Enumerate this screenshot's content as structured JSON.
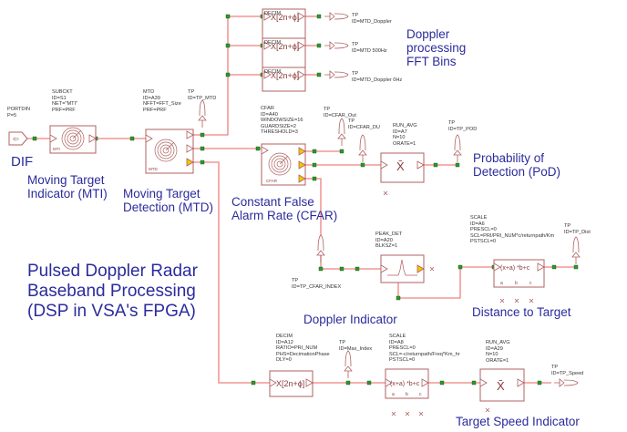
{
  "components": {
    "portdin": {
      "params": [
        "PORTDIN",
        "P=5"
      ]
    },
    "mti": {
      "params": [
        "SUBCKT",
        "ID=S1",
        "NET=\"MTI\"",
        "PRF=PRF"
      ],
      "block_label": "MTI"
    },
    "mtd": {
      "params": [
        "MTD",
        "ID=A39",
        "NFFT=FFT_Size",
        "PRF=PRF"
      ],
      "block_label": "MTD"
    },
    "tp_mtd": {
      "params": [
        "TP",
        "ID=TP_MTD"
      ]
    },
    "decim1": {
      "params": [
        "DECIM"
      ]
    },
    "decim2": {
      "params": [
        "DECIM"
      ]
    },
    "decim3": {
      "params": [
        "DECIM"
      ]
    },
    "tp_doppler": {
      "params": [
        "TP",
        "ID=MTD_Doppler"
      ]
    },
    "tp_500": {
      "params": [
        "TP",
        "ID=MTD 500Hz"
      ]
    },
    "tp_0hz": {
      "params": [
        "TP",
        "ID=MTD_Doppler 0Hz"
      ]
    },
    "cfar": {
      "params": [
        "CFAR",
        "ID=A40",
        "WINDOWSIZE=16",
        "GUARDSIZE=2",
        "THRESHOLD=3"
      ],
      "block_label": "CFAR"
    },
    "tp_cfar_out": {
      "params": [
        "TP",
        "ID=CFAR_Out"
      ]
    },
    "tp_cfar_du": {
      "params": [
        "TP",
        "ID=CFAR_DU"
      ]
    },
    "run_avg1": {
      "params": [
        "RUN_AVG",
        "ID=A7",
        "N=10",
        "ORATE=1"
      ]
    },
    "tp_pod": {
      "params": [
        "TP",
        "ID=TP_POD"
      ]
    },
    "tp_cfar_index": {
      "params": [
        "TP",
        "ID=TP_CFAR_INDEX"
      ]
    },
    "peak_det": {
      "params": [
        "PEAK_DET",
        "ID=A20",
        "BLKSZ=1"
      ]
    },
    "scale1": {
      "params": [
        "SCALE",
        "ID=A6",
        "PRESCL=0",
        "SCL=PRI/PRI_NUM*c/returnpath/Km",
        "PSTSCL=0"
      ]
    },
    "tp_dist": {
      "params": [
        "TP",
        "ID=TP_Dist"
      ]
    },
    "decim4": {
      "params": [
        "DECIM",
        "ID=A12",
        "RATIO=PRI_NUM",
        "PHS=DecimationPhase",
        "DLY=0"
      ]
    },
    "tp_max": {
      "params": [
        "TP",
        "ID=Max_Index"
      ]
    },
    "scale2": {
      "params": [
        "SCALE",
        "ID=A8",
        "PRESCL=0",
        "SCL=-c/returnpath/Freq*Km_hr",
        "PSTSCL=0"
      ]
    },
    "run_avg2": {
      "params": [
        "RUN_AVG",
        "ID=A29",
        "N=10",
        "ORATE=1"
      ]
    },
    "tp_speed": {
      "params": [
        "TP",
        "ID=TP_Speed"
      ]
    }
  },
  "labels": {
    "dif": "DIF",
    "mti": [
      "Moving Target",
      "Indicator (MTI)"
    ],
    "mtd": [
      "Moving Target",
      "Detection (MTD)"
    ],
    "cfar": [
      "Constant False",
      "Alarm Rate (CFAR)"
    ],
    "doppler_bins": [
      "Doppler",
      "processing",
      "FFT Bins"
    ],
    "pod": [
      "Probability of",
      "Detection  (PoD)"
    ],
    "title": [
      "Pulsed Doppler Radar",
      "Baseband Processing",
      "(DSP in VSA's FPGA)"
    ],
    "distance": "Distance to Target",
    "doppler_indicator": "Doppler Indicator",
    "speed": "Target Speed Indicator"
  },
  "block_symbols": {
    "decim": "X[2n+ϕ]",
    "avg": "X̄",
    "scale": "(x+a) *b+c",
    "port_a": "a",
    "port_b": "b",
    "port_c": "c"
  },
  "colors": {
    "wire": "#f08080",
    "block": "#b06060",
    "node": "#2a9a2a",
    "label": "#2b2b9c",
    "port_active": "#f0c800"
  }
}
